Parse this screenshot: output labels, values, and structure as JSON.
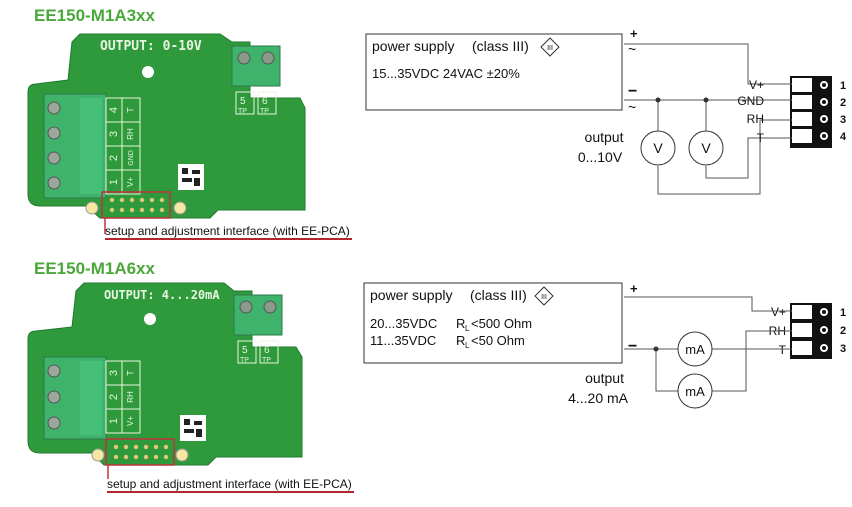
{
  "colors": {
    "title_green": "#4aa83a",
    "pcb_green": "#2f9a3c",
    "terminal_green": "#3fb36b",
    "highlight_red": "#c0323a"
  },
  "variant_3xx": {
    "title": "EE150-M1A3xx",
    "board_label": "OUTPUT: 0-10V",
    "terminals": [
      {
        "num": "4",
        "name": "T"
      },
      {
        "num": "3",
        "name": "RH"
      },
      {
        "num": "2",
        "name": "GND"
      },
      {
        "num": "1",
        "name": "V+"
      }
    ],
    "tp_labels": [
      {
        "num": "5",
        "tp": "TP"
      },
      {
        "num": "6",
        "tp": "TP"
      }
    ],
    "interface_caption": "setup and adjustment interface (with EE-PCA)",
    "supply_title": "power supply",
    "supply_class": "(class III)",
    "supply_values": "15...35VDC  24VAC ±20%",
    "plus_sign": "+",
    "minus_sign": "−",
    "ac_symbol": "~",
    "output_label": "output",
    "output_range": "0...10V",
    "meter_symbol": "V",
    "pins": [
      {
        "label": "V+",
        "num": "1"
      },
      {
        "label": "GND",
        "num": "2"
      },
      {
        "label": "RH",
        "num": "3"
      },
      {
        "label": "T",
        "num": "4"
      }
    ]
  },
  "variant_6xx": {
    "title": "EE150-M1A6xx",
    "board_label": "OUTPUT: 4...20mA",
    "terminals": [
      {
        "num": "3",
        "name": "T"
      },
      {
        "num": "2",
        "name": "RH"
      },
      {
        "num": "1",
        "name": "V+"
      }
    ],
    "tp_labels": [
      {
        "num": "5",
        "tp": "TP"
      },
      {
        "num": "6",
        "tp": "TP"
      }
    ],
    "interface_caption": "setup and adjustment interface (with EE-PCA)",
    "supply_title": "power supply",
    "supply_class": "(class III)",
    "supply_line1_range": "20...35VDC",
    "supply_line1_load": "<500 Ohm",
    "supply_line2_range": "11...35VDC",
    "supply_line2_load": "<50 Ohm",
    "load_symbol": "R",
    "load_sub": "L",
    "plus_sign": "+",
    "minus_sign": "−",
    "output_label": "output",
    "output_range": "4...20 mA",
    "meter_symbol": "mA",
    "pins": [
      {
        "label": "V+",
        "num": "1"
      },
      {
        "label": "RH",
        "num": "2"
      },
      {
        "label": "T",
        "num": "3"
      }
    ]
  }
}
